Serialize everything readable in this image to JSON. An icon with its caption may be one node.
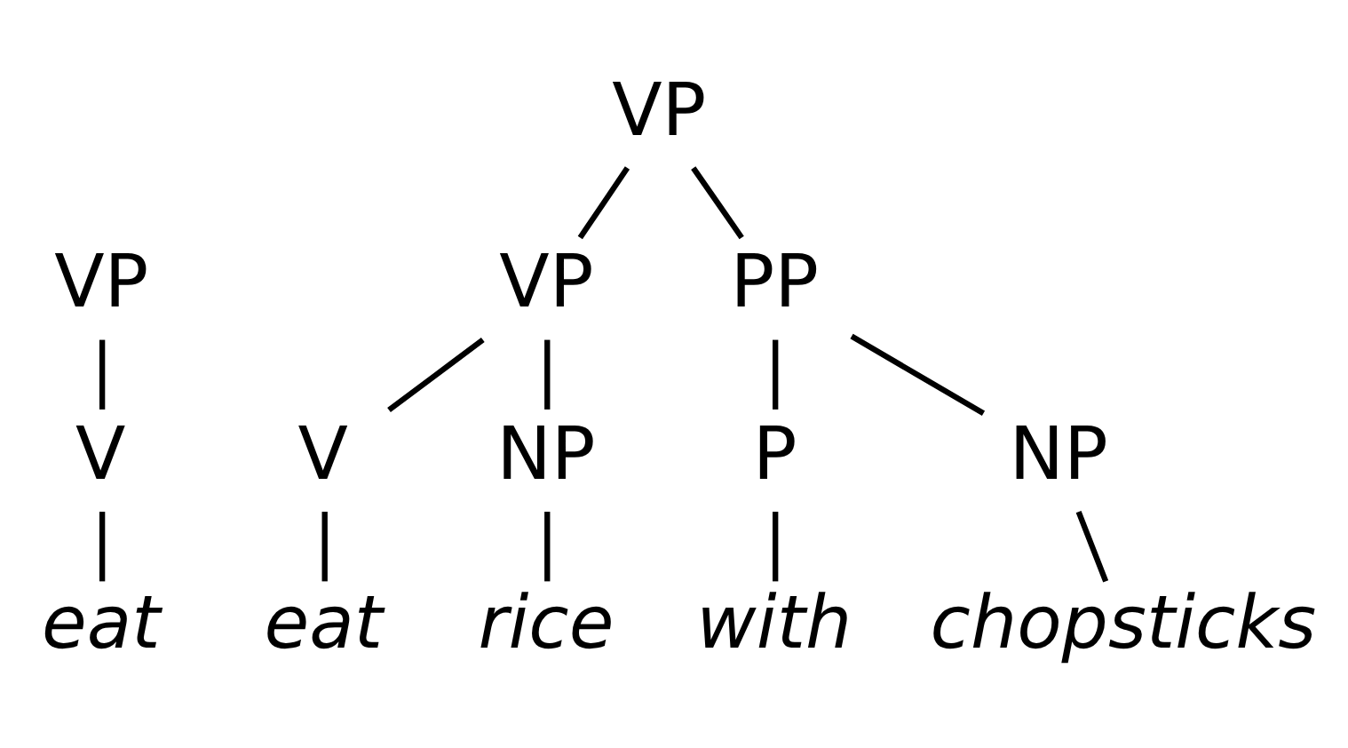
{
  "diagram": {
    "nodes": [
      {
        "text": [
          "VP"
        ]
      },
      {
        "text": [
          "V"
        ]
      },
      {
        "text": [
          "eat"
        ]
      },
      {
        "text": [
          "VP"
        ]
      },
      {
        "text": [
          "VP"
        ]
      },
      {
        "text": [
          "PP"
        ]
      },
      {
        "text": [
          "V"
        ]
      },
      {
        "text": [
          "NP"
        ]
      },
      {
        "text": [
          "P"
        ]
      },
      {
        "text": [
          "NP"
        ]
      },
      {
        "text": [
          "eat"
        ]
      },
      {
        "text": [
          "rice"
        ]
      },
      {
        "text": [
          "with"
        ]
      },
      {
        "text": [
          "chopsticks"
        ]
      }
    ],
    "edges": [
      {
        "from": 0,
        "to": 1,
        "arrow": "none"
      },
      {
        "from": 1,
        "to": 2,
        "arrow": "none"
      },
      {
        "from": 3,
        "to": 4,
        "arrow": "none"
      },
      {
        "from": 3,
        "to": 5,
        "arrow": "none"
      },
      {
        "from": 4,
        "to": 6,
        "arrow": "none"
      },
      {
        "from": 4,
        "to": 7,
        "arrow": "none"
      },
      {
        "from": 5,
        "to": 8,
        "arrow": "none"
      },
      {
        "from": 5,
        "to": 9,
        "arrow": "none"
      },
      {
        "from": 6,
        "to": 10,
        "arrow": "none"
      },
      {
        "from": 7,
        "to": 11,
        "arrow": "none"
      },
      {
        "from": 8,
        "to": 12,
        "arrow": "none"
      },
      {
        "from": 9,
        "to": 13,
        "arrow": "none"
      }
    ]
  }
}
